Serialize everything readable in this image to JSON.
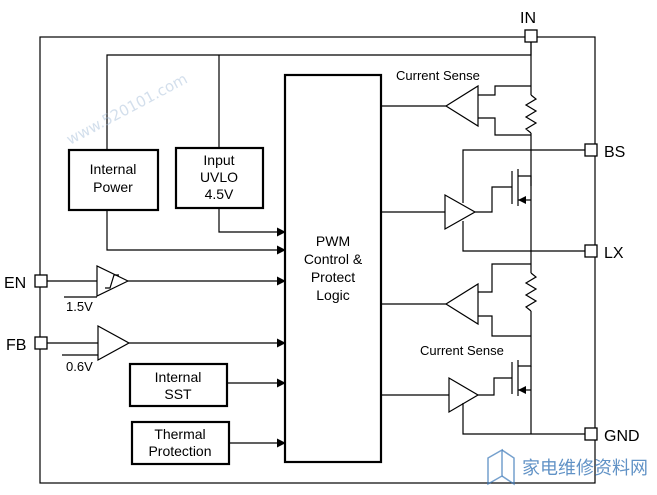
{
  "pins": {
    "in": "IN",
    "bs": "BS",
    "lx": "LX",
    "gnd": "GND",
    "en": "EN",
    "fb": "FB"
  },
  "blocks": {
    "internal_power": [
      "Internal",
      "Power"
    ],
    "input_uvlo": [
      "Input",
      "UVLO",
      "4.5V"
    ],
    "pwm_logic": [
      "PWM",
      "Control &",
      "Protect",
      "Logic"
    ],
    "internal_sst": [
      "Internal",
      "SST"
    ],
    "thermal_protection": [
      "Thermal",
      "Protection"
    ]
  },
  "labels": {
    "current_sense_top": "Current Sense",
    "current_sense_bottom": "Current Sense",
    "en_threshold": "1.5V",
    "fb_reference": "0.6V"
  },
  "watermark": {
    "logo_text": "家电维修资料网",
    "url": "www.520101.com"
  },
  "colors": {
    "line": "#000000",
    "watermark": "#3a78b8"
  }
}
